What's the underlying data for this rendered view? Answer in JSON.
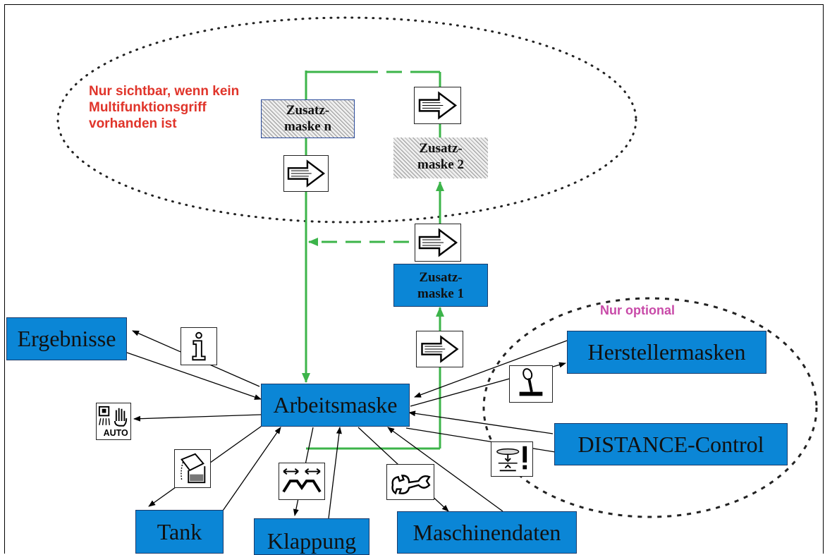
{
  "notes": {
    "red_line1": "Nur sichtbar, wenn kein",
    "red_line2": "Multifunktionsgriff",
    "red_line3": "vorhanden ist",
    "optional": "Nur optional"
  },
  "boxes": {
    "arbeitsmaske": "Arbeitsmaske",
    "ergebnisse": "Ergebnisse",
    "tank": "Tank",
    "klappung": "Klappung",
    "maschinendaten": "Maschinendaten",
    "herstellermasken": "Herstellermasken",
    "distance_control": "DISTANCE-Control",
    "zusatz1_line1": "Zusatz-",
    "zusatz1_line2": "maske 1",
    "zusatz2_line1": "Zusatz-",
    "zusatz2_line2": "maske 2",
    "zusatzn_line1": "Zusatz-",
    "zusatzn_line2": "maske n"
  },
  "icons": {
    "auto_label": "AUTO"
  },
  "colors": {
    "box_fill": "#0b86d6",
    "flow_green": "#3cb44a",
    "note_red": "#e0342a",
    "note_pink": "#c84aa8"
  }
}
